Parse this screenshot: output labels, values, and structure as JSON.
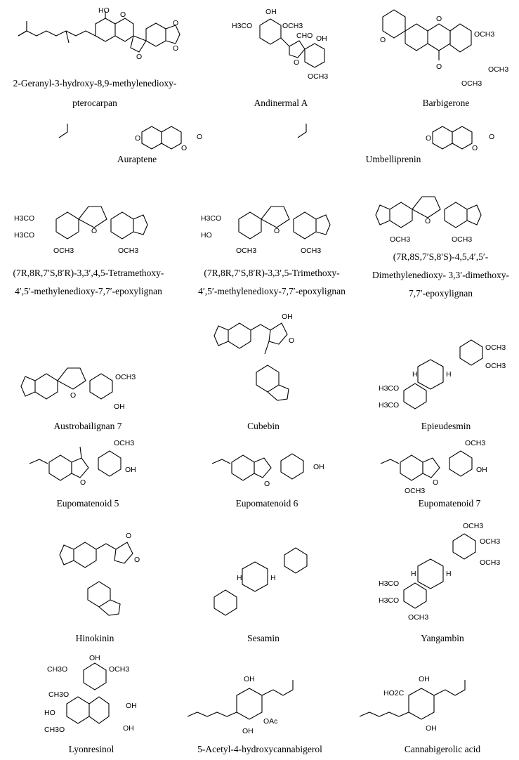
{
  "compounds": [
    {
      "id": "c1",
      "caption": [
        "2-Geranyl-3-hydroxy-8,9-methylenedioxy-",
        "pterocarpan"
      ],
      "labels": [
        "HO"
      ]
    },
    {
      "id": "c2",
      "caption": [
        "Andinermal A"
      ],
      "labels": [
        "H3CO",
        "OH",
        "OCH3",
        "CHO",
        "OH",
        "OCH3"
      ]
    },
    {
      "id": "c3",
      "caption": [
        "Barbigerone"
      ],
      "labels": [
        "O",
        "O",
        "O",
        "OCH3",
        "OCH3",
        "OCH3"
      ]
    },
    {
      "id": "c4",
      "caption": [
        "Auraptene"
      ],
      "labels": [
        "O",
        "O",
        "O"
      ]
    },
    {
      "id": "c5",
      "caption": [
        "Umbelliprenin"
      ],
      "labels": [
        "O",
        "O",
        "O"
      ]
    },
    {
      "id": "c6",
      "caption": [
        "(7R,8R,7′S,8′R)-3,3′,4,5-Tetramethoxy-",
        "4′,5′-methylenedioxy-7,7′-epoxylignan"
      ],
      "labels": [
        "H3CO",
        "H3CO",
        "OCH3",
        "OCH3"
      ]
    },
    {
      "id": "c7",
      "caption": [
        "(7R,8R,7′S,8′R)-3,3′,5-Trimethoxy-",
        "4′,5′-methylenedioxy-7,7′-epoxylignan"
      ],
      "labels": [
        "H3CO",
        "HO",
        "OCH3",
        "OCH3"
      ]
    },
    {
      "id": "c8",
      "caption": [
        "(7R,8S,7′S,8′S)-4,5,4′,5′-",
        "Dimethylenedioxy- 3,3′-dimethoxy-",
        "7,7′-epoxylignan"
      ],
      "labels": [
        "OCH3",
        "OCH3"
      ]
    },
    {
      "id": "c9",
      "caption": [
        "Austrobailignan 7"
      ],
      "labels": [
        "OCH3",
        "OH"
      ]
    },
    {
      "id": "c10",
      "caption": [
        "Cubebin"
      ],
      "labels": [
        "OH",
        "O"
      ]
    },
    {
      "id": "c11",
      "caption": [
        "Epieudesmin"
      ],
      "labels": [
        "OCH3",
        "OCH3",
        "H3CO",
        "H3CO",
        "H",
        "H"
      ]
    },
    {
      "id": "c12",
      "caption": [
        "Eupomatenoid 5"
      ],
      "labels": [
        "OCH3",
        "OH",
        "O"
      ]
    },
    {
      "id": "c13",
      "caption": [
        "Eupomatenoid 6"
      ],
      "labels": [
        "OH",
        "O"
      ]
    },
    {
      "id": "c14",
      "caption": [
        "Eupomatenoid 7"
      ],
      "labels": [
        "OCH3",
        "OH",
        "OCH3",
        "O"
      ]
    },
    {
      "id": "c15",
      "caption": [
        "Hinokinin"
      ],
      "labels": [
        "O",
        "O"
      ]
    },
    {
      "id": "c16",
      "caption": [
        "Sesamin"
      ],
      "labels": [
        "H",
        "H"
      ]
    },
    {
      "id": "c17",
      "caption": [
        "Yangambin"
      ],
      "labels": [
        "OCH3",
        "OCH3",
        "OCH3",
        "H3CO",
        "H3CO",
        "OCH3",
        "H",
        "H"
      ]
    },
    {
      "id": "c18",
      "caption": [
        "Lyonresinol"
      ],
      "labels": [
        "OH",
        "CH3O",
        "OCH3",
        "CH3O",
        "HO",
        "CH3O",
        "OH",
        "OH"
      ]
    },
    {
      "id": "c19",
      "caption": [
        "5-Acetyl-4-hydroxycannabigerol"
      ],
      "labels": [
        "OH",
        "OH",
        "OAc"
      ]
    },
    {
      "id": "c20",
      "caption": [
        "Cannabigerolic acid"
      ],
      "labels": [
        "HO2C",
        "OH",
        "OH"
      ]
    }
  ]
}
